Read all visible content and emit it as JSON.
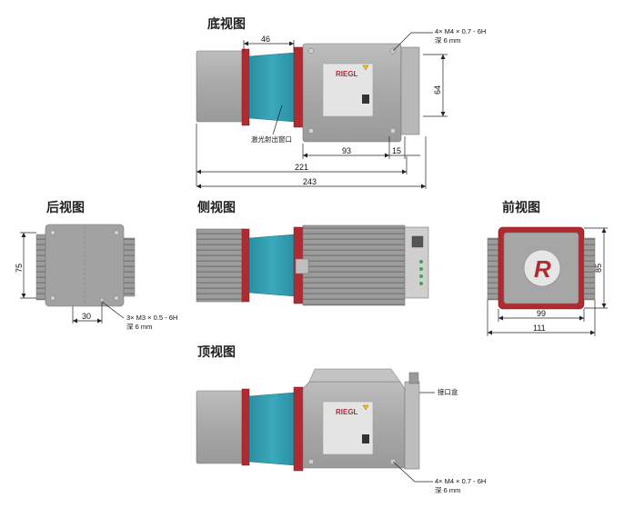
{
  "views": {
    "bottom": {
      "title": "底视图"
    },
    "rear": {
      "title": "后视图"
    },
    "side": {
      "title": "侧视图"
    },
    "front": {
      "title": "前视图"
    },
    "top": {
      "title": "顶视图"
    }
  },
  "dimensions": {
    "d46": "46",
    "d64": "64",
    "d93": "93",
    "d15": "15",
    "d221": "221",
    "d243": "243",
    "d75": "75",
    "d30": "30",
    "d85": "85",
    "d99": "99",
    "d111": "111"
  },
  "annotations": {
    "bottom_thread_line1": "4× M4 × 0.7 - 6H",
    "bottom_thread_line2": "深 6 mm",
    "laser_window": "激光射出窗口",
    "rear_thread_line1": "3× M3 × 0.5 - 6H",
    "rear_thread_line2": "深 6 mm",
    "connector_box": "接口盒",
    "top_thread_line1": "4× M4 × 0.7 - 6H",
    "top_thread_line2": "深 6 mm"
  },
  "labels": {
    "brand": "RIEGL",
    "logo_letter": "R"
  },
  "colors": {
    "red_flange": "#b02a31",
    "teal_window": "#2f9cae",
    "body_gray": "#a9a9a9",
    "dark_gray": "#8e8e8e",
    "light_gray": "#c8c8c8",
    "label_plate": "#e4e4e4",
    "led_green": "#3aa84a"
  }
}
